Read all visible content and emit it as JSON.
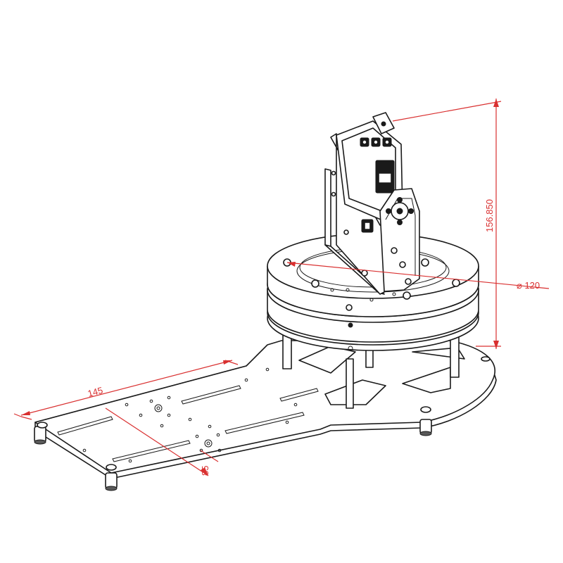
{
  "dimensions": {
    "height": "156.850",
    "diameter": "⌀ 120",
    "length": "145",
    "width": "85"
  },
  "colors": {
    "dimension_line": "#d93030",
    "outline": "#1a1a1a",
    "background": "#ffffff"
  }
}
